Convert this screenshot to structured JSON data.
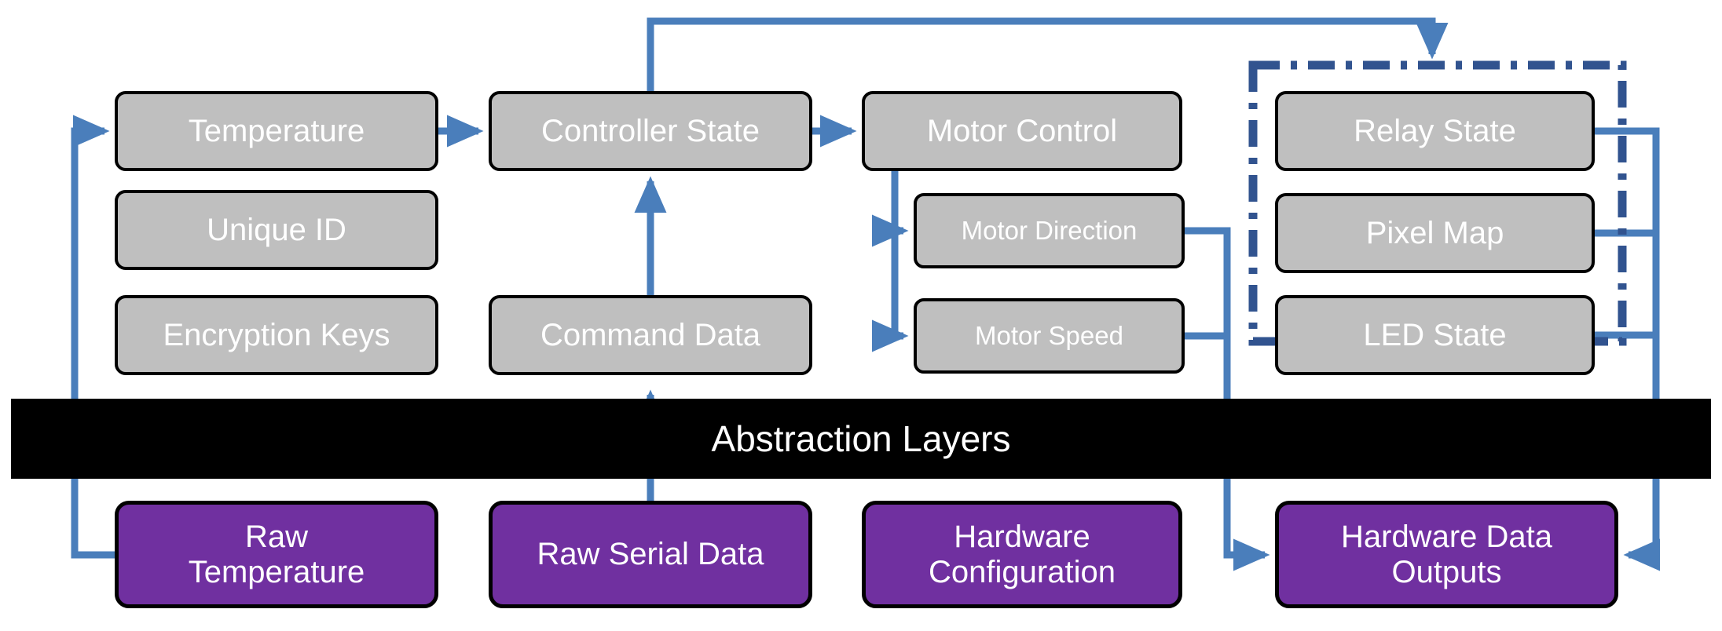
{
  "diagram": {
    "title": "Abstraction Layers architecture",
    "colors": {
      "gray_node_fill": "#BFBFBF",
      "purple_node_fill": "#7030A0",
      "node_border": "#000000",
      "node_text": "#FFFFFF",
      "arrow": "#4A7EBB",
      "group_border": "#31538F",
      "band_fill": "#000000",
      "band_text": "#FFFFFF",
      "background": "#FFFFFF"
    },
    "band": {
      "label": "Abstraction Layers"
    },
    "group": {
      "name": "hardware-output-group",
      "border_style": "dash-dot",
      "members": [
        "Relay State",
        "Pixel Map",
        "LED State"
      ]
    },
    "columns": [
      {
        "name": "column-sensor",
        "upper_nodes": [
          "Temperature",
          "Unique ID",
          "Encryption Keys"
        ],
        "lower_node": "Raw Temperature"
      },
      {
        "name": "column-controller",
        "upper_nodes": [
          "Controller State",
          "Command Data"
        ],
        "lower_node": "Raw Serial Data"
      },
      {
        "name": "column-motor",
        "upper_nodes": [
          "Motor Control",
          "Motor Direction",
          "Motor Speed"
        ],
        "lower_node": "Hardware Configuration"
      },
      {
        "name": "column-outputs",
        "upper_nodes": [
          "Relay State",
          "Pixel Map",
          "LED State"
        ],
        "lower_node": "Hardware Data Outputs"
      }
    ],
    "nodes": {
      "temperature": "Temperature",
      "unique_id": "Unique ID",
      "encryption_keys": "Encryption Keys",
      "controller_state": "Controller State",
      "command_data": "Command Data",
      "motor_control": "Motor Control",
      "motor_direction": "Motor Direction",
      "motor_speed": "Motor Speed",
      "relay_state": "Relay State",
      "pixel_map": "Pixel Map",
      "led_state": "LED State",
      "raw_temperature_line1": "Raw",
      "raw_temperature_line2": "Temperature",
      "raw_serial_data": "Raw Serial Data",
      "hardware_configuration_line1": "Hardware",
      "hardware_configuration_line2": "Configuration",
      "hardware_data_outputs_line1": "Hardware Data",
      "hardware_data_outputs_line2": "Outputs"
    },
    "connections": [
      {
        "from": "Raw Temperature",
        "to": "Temperature"
      },
      {
        "from": "Temperature",
        "to": "Controller State"
      },
      {
        "from": "Command Data",
        "to": "Controller State"
      },
      {
        "from": "Raw Serial Data",
        "to": "Command Data"
      },
      {
        "from": "Controller State",
        "to": "Motor Control"
      },
      {
        "from": "Controller State",
        "to": "Hardware Output Group"
      },
      {
        "from": "Motor Control",
        "to": "Motor Direction"
      },
      {
        "from": "Motor Control",
        "to": "Motor Speed"
      },
      {
        "from": "Motor Direction",
        "to": "Hardware Data Outputs"
      },
      {
        "from": "Motor Speed",
        "to": "Hardware Data Outputs"
      },
      {
        "from": "Relay State",
        "to": "Hardware Data Outputs"
      },
      {
        "from": "Pixel Map",
        "to": "Hardware Data Outputs"
      },
      {
        "from": "LED State",
        "to": "Hardware Data Outputs"
      }
    ]
  }
}
